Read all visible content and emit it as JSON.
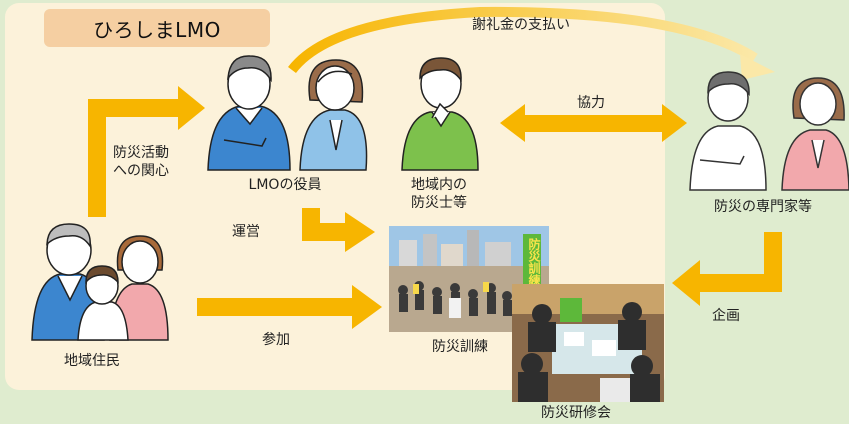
{
  "title": "ひろしまLMO",
  "labels": {
    "fee": "謝礼金の支払い",
    "cooperation": "協力",
    "interest_line1": "防災活動",
    "interest_line2": "への関心",
    "officers": "LMOの役員",
    "local_line1": "地域内の",
    "local_line2": "防災士等",
    "experts": "防災の専門家等",
    "operation": "運営",
    "participation": "参加",
    "residents": "地域住民",
    "drill": "防災訓練",
    "planning": "企画",
    "workshop": "防災研修会"
  },
  "photo_banner": "防災訓練受付",
  "colors": {
    "background": "#dfeccf",
    "panel": "#fcf2da",
    "badge": "#f5cfa2",
    "arrow": "#f7b500",
    "person_blue": "#3c86cf",
    "person_light_blue": "#8fc2e8",
    "person_green": "#7dc14c",
    "person_pink": "#f2a8ac"
  }
}
